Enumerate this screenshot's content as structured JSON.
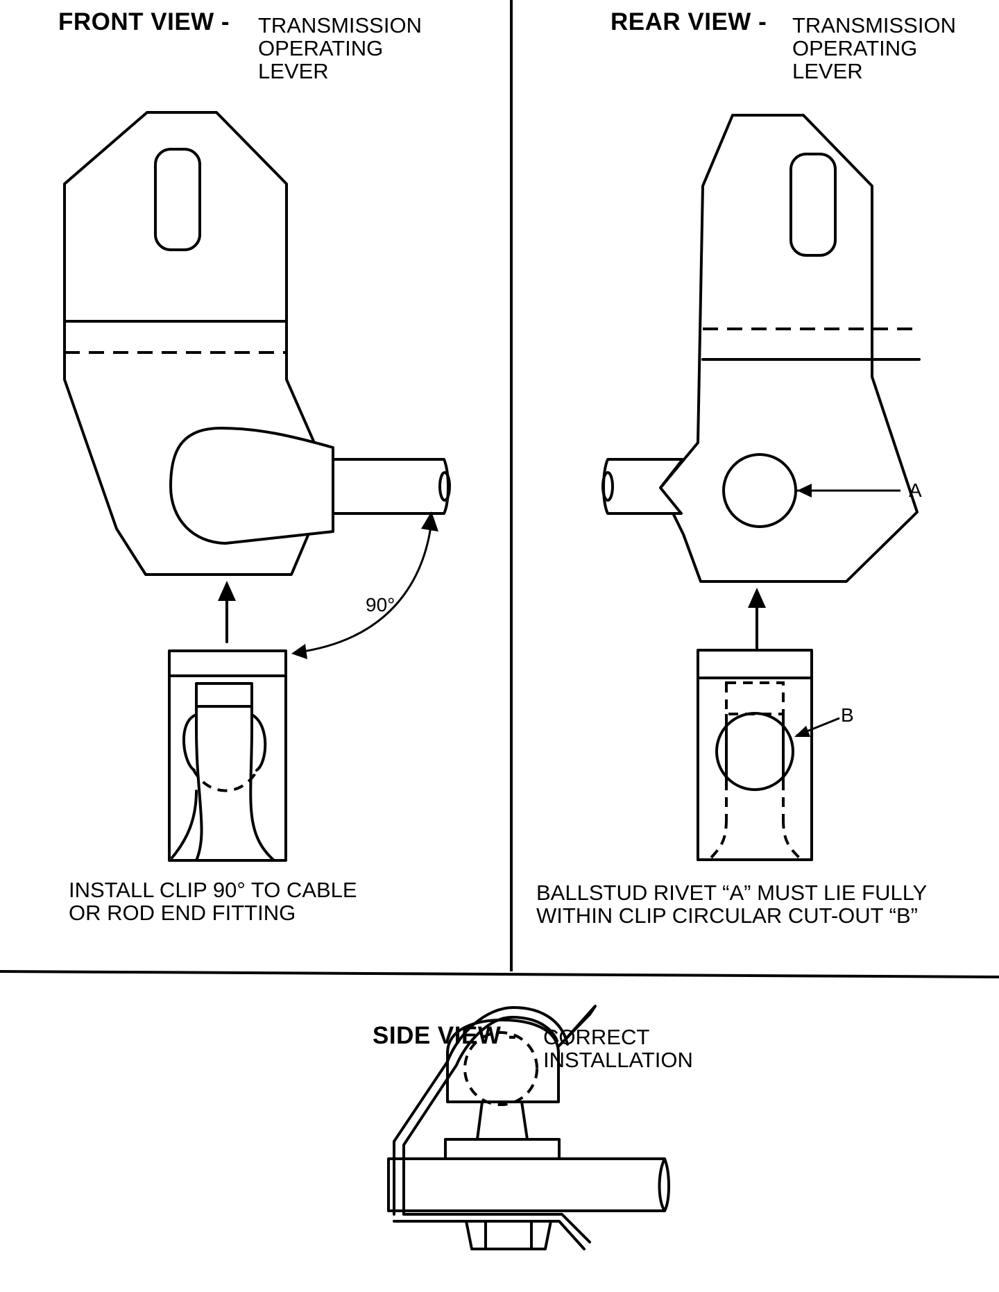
{
  "front_view": {
    "title": "FRONT VIEW -",
    "subtitle": "TRANSMISSION\nOPERATING\nLEVER",
    "angle_label": "90°",
    "caption": "INSTALL CLIP 90° TO CABLE\nOR ROD END FITTING"
  },
  "rear_view": {
    "title": "REAR VIEW -",
    "subtitle": "TRANSMISSION\nOPERATING\nLEVER",
    "callout_a": "A",
    "callout_b": "B",
    "caption": "BALLSTUD RIVET “A” MUST LIE FULLY\nWITHIN CLIP CIRCULAR CUT-OUT “B”"
  },
  "side_view": {
    "title": "SIDE VIEW -",
    "subtitle": "CORRECT\nINSTALLATION"
  }
}
